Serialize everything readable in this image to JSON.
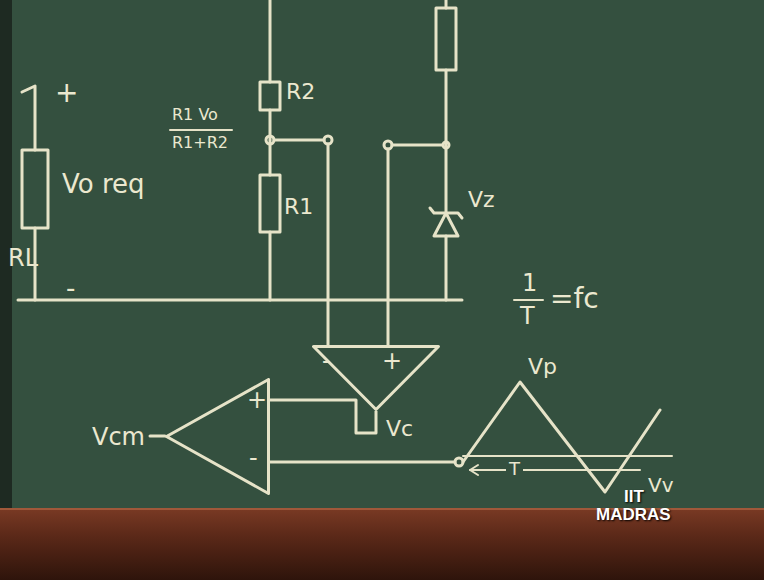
{
  "diagram": {
    "nodes": [
      {
        "text": [
          "-",
          "+"
        ]
      },
      {
        "text": [
          "+",
          "-"
        ]
      }
    ],
    "edges": [
      {
        "from": 0,
        "to": 1,
        "label": "Vc",
        "arrow": "none"
      }
    ],
    "labels": [
      "+",
      "RL",
      "Vo req",
      "-",
      "R1 Vo",
      "R1+R2",
      "R2",
      "R1",
      "Vz",
      "1",
      "T",
      "=fc",
      "Vcm",
      "Vp",
      "T",
      "Vv",
      "IIT",
      "MADRAS"
    ]
  }
}
